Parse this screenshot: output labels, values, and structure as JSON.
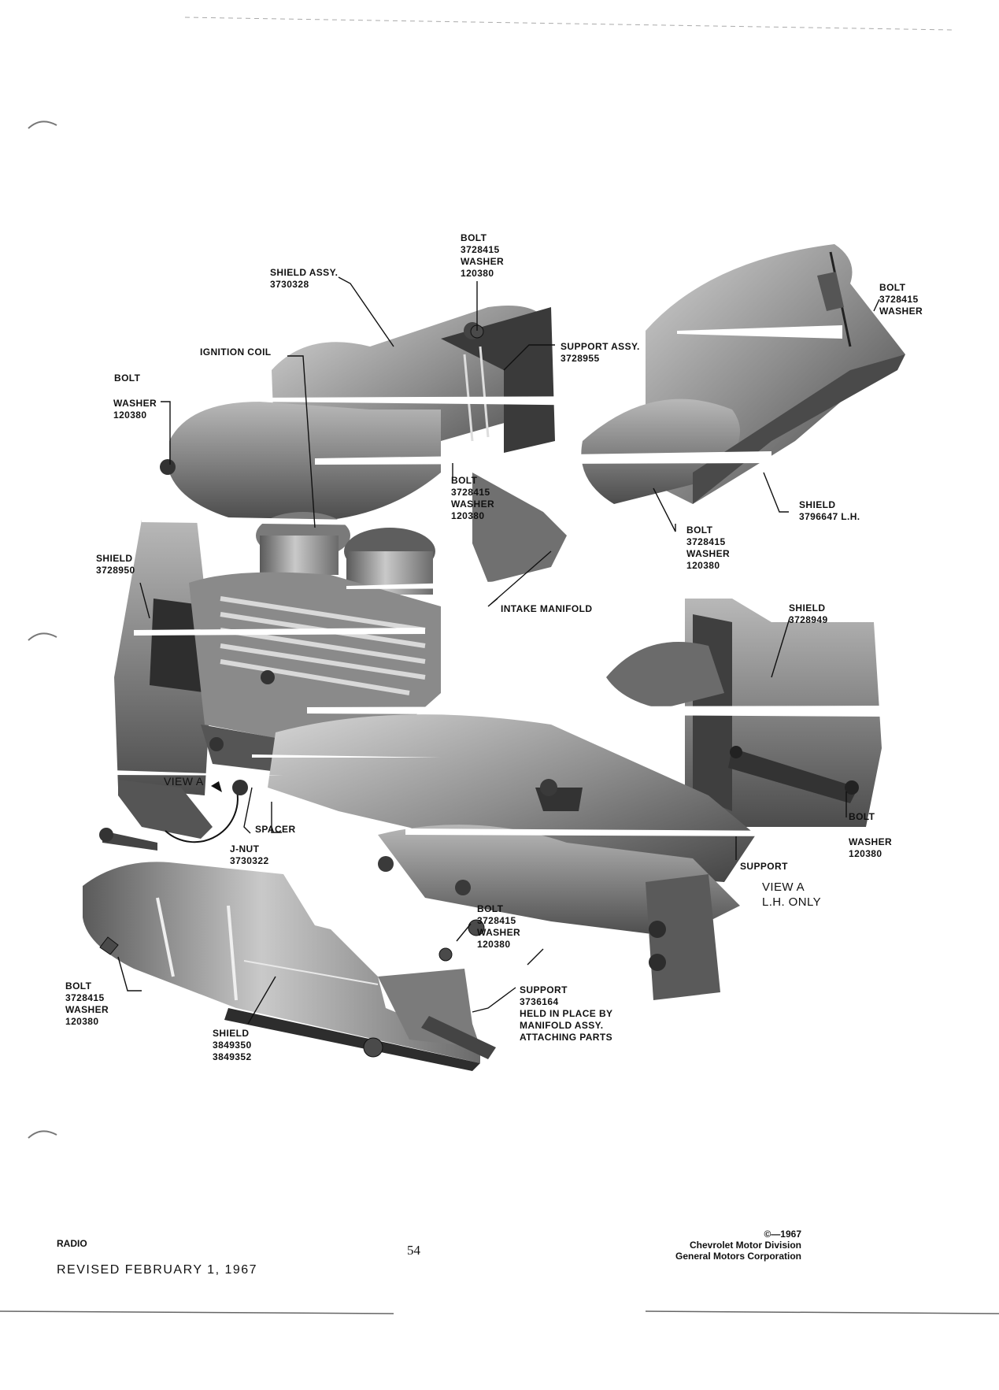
{
  "callouts": {
    "bolt_top": [
      "BOLT",
      "3728415",
      "WASHER",
      "120380"
    ],
    "shield_assy": [
      "SHIELD ASSY.",
      "3730328"
    ],
    "support_assy": [
      "SUPPORT ASSY.",
      "3728955"
    ],
    "ignition_coil": "IGNITION COIL",
    "bolt_left": "BOLT",
    "washer_left": [
      "WASHER",
      "120380"
    ],
    "bolt_top_right": [
      "BOLT",
      "3728415",
      "WASHER"
    ],
    "bolt_center": [
      "BOLT",
      "3728415",
      "WASHER",
      "120380"
    ],
    "shield_3796647": [
      "SHIELD",
      "3796647 L.H."
    ],
    "bolt_right": [
      "BOLT",
      "3728415",
      "WASHER",
      "120380"
    ],
    "shield_3728950": [
      "SHIELD",
      "3728950"
    ],
    "intake_manifold": "INTAKE MANIFOLD",
    "shield_3728949": [
      "SHIELD",
      "3728949"
    ],
    "view_a_small": "VIEW A",
    "spacer": "SPACER",
    "j_nut": [
      "J-NUT",
      "3730322"
    ],
    "bolt_right_lower": "BOLT",
    "washer_right_lower": [
      "WASHER",
      "120380"
    ],
    "support": "SUPPORT",
    "view_a_lh_only": [
      "VIEW A",
      "L.H. ONLY"
    ],
    "bolt_lower_center": [
      "BOLT",
      "3728415",
      "WASHER",
      "120380"
    ],
    "support_3736164": [
      "SUPPORT",
      "3736164",
      "HELD IN PLACE BY",
      "MANIFOLD ASSY.",
      "ATTACHING PARTS"
    ],
    "bolt_lower_left": [
      "BOLT",
      "3728415",
      "WASHER",
      "120380"
    ],
    "shield_3849350": [
      "SHIELD",
      "3849350",
      "3849352"
    ]
  },
  "footer": {
    "section": "RADIO",
    "revised": "REVISED FEBRUARY 1, 1967",
    "page_number": "54",
    "copyright": [
      "©—1967",
      "Chevrolet Motor Division",
      "General Motors Corporation"
    ]
  }
}
